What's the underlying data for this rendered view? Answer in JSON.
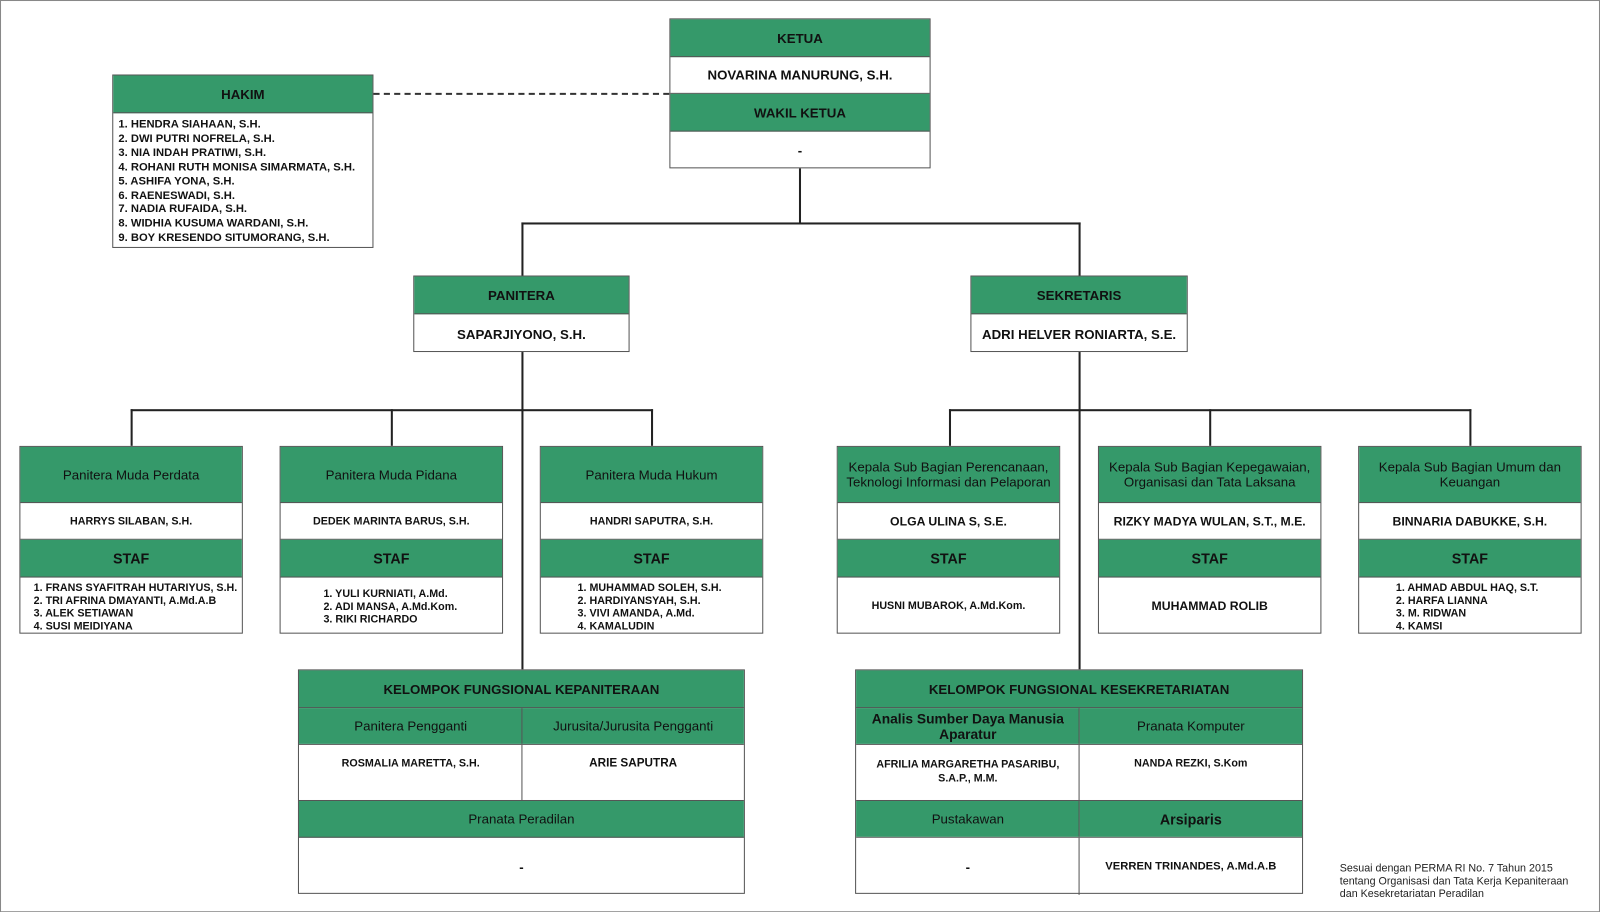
{
  "ketua": {
    "title": "KETUA",
    "name": "NOVARINA MANURUNG, S.H.",
    "wakil_title": "WAKIL KETUA",
    "wakil_name": "-"
  },
  "hakim": {
    "title": "HAKIM",
    "members": [
      "1. HENDRA SIAHAAN, S.H.",
      "2. DWI PUTRI NOFRELA, S.H.",
      "3. NIA INDAH PRATIWI, S.H.",
      "4. ROHANI RUTH MONISA SIMARMATA, S.H.",
      "5. ASHIFA YONA, S.H.",
      "6. RAENESWADI, S.H.",
      "7. NADIA RUFAIDA, S.H.",
      "8. WIDHIA KUSUMA WARDANI, S.H.",
      "9. BOY KRESENDO SITUMORANG, S.H."
    ]
  },
  "panitera": {
    "title": "PANITERA",
    "name": "SAPARJIYONO, S.H."
  },
  "sekretaris": {
    "title": "SEKRETARIS",
    "name": "ADRI HELVER RONIARTA, S.E."
  },
  "units": [
    {
      "title": "Panitera Muda Perdata",
      "head": "HARRYS SILABAN, S.H.",
      "staf_label": "STAF",
      "staf": [
        "1. FRANS SYAFITRAH HUTARIYUS, S.H.",
        "2. TRI AFRINA DMAYANTI, A.Md.A.B",
        "3. ALEK SETIAWAN",
        "4. SUSI MEIDIYANA"
      ]
    },
    {
      "title": "Panitera Muda Pidana",
      "head": "DEDEK MARINTA BARUS, S.H.",
      "staf_label": "STAF",
      "staf": [
        "1. YULI KURNIATI, A.Md.",
        "2. ADI MANSA, A.Md.Kom.",
        "3. RIKI RICHARDO"
      ]
    },
    {
      "title": "Panitera Muda Hukum",
      "head": "HANDRI SAPUTRA, S.H.",
      "staf_label": "STAF",
      "staf": [
        "1. MUHAMMAD SOLEH, S.H.",
        "2. HARDIYANSYAH, S.H.",
        "3. VIVI AMANDA, A.Md.",
        "4. KAMALUDIN"
      ]
    },
    {
      "title": "Kepala Sub Bagian Perencanaan, Teknologi Informasi dan Pelaporan",
      "head": "OLGA ULINA S, S.E.",
      "staf_label": "STAF",
      "staf": [
        "HUSNI MUBAROK, A.Md.Kom."
      ]
    },
    {
      "title": "Kepala Sub Bagian Kepegawaian, Organisasi dan Tata Laksana",
      "head": "RIZKY MADYA WULAN, S.T., M.E.",
      "staf_label": "STAF",
      "staf": [
        "MUHAMMAD ROLIB"
      ]
    },
    {
      "title": "Kepala Sub Bagian Umum dan Keuangan",
      "head": "BINNARIA DABUKKE, S.H.",
      "staf_label": "STAF",
      "staf": [
        "1. AHMAD ABDUL HAQ, S.T.",
        "2. HARFA LIANNA",
        "3. M. RIDWAN",
        "4. KAMSI"
      ]
    }
  ],
  "kepaniteraan": {
    "title": "KELOMPOK FUNGSIONAL KEPANITERAAN",
    "col1_title": "Panitera Pengganti",
    "col1_name": "ROSMALIA MARETTA, S.H.",
    "col2_title": "Jurusita/Jurusita Pengganti",
    "col2_name": "ARIE SAPUTRA",
    "row2_title": "Pranata Peradilan",
    "row2_name": "-"
  },
  "kesekretariatan": {
    "title": "KELOMPOK FUNGSIONAL KESEKRETARIATAN",
    "col1_title": "Analis Sumber Daya Manusia Aparatur",
    "col1_name": "AFRILIA MARGARETHA PASARIBU, S.A.P., M.M.",
    "col2_title": "Pranata Komputer",
    "col2_name": "NANDA REZKI, S.Kom",
    "col3_title": "Pustakawan",
    "col3_name": "-",
    "col4_title": "Arsiparis",
    "col4_name": "VERREN TRINANDES, A.Md.A.B"
  },
  "footnote": [
    "Sesuai dengan PERMA RI No. 7 Tahun 2015",
    "tentang Organisasi dan Tata Kerja Kepaniteraan",
    "dan Kesekretariatan Peradilan"
  ],
  "colors": {
    "header_green": "#35996a",
    "border": "#555555"
  }
}
